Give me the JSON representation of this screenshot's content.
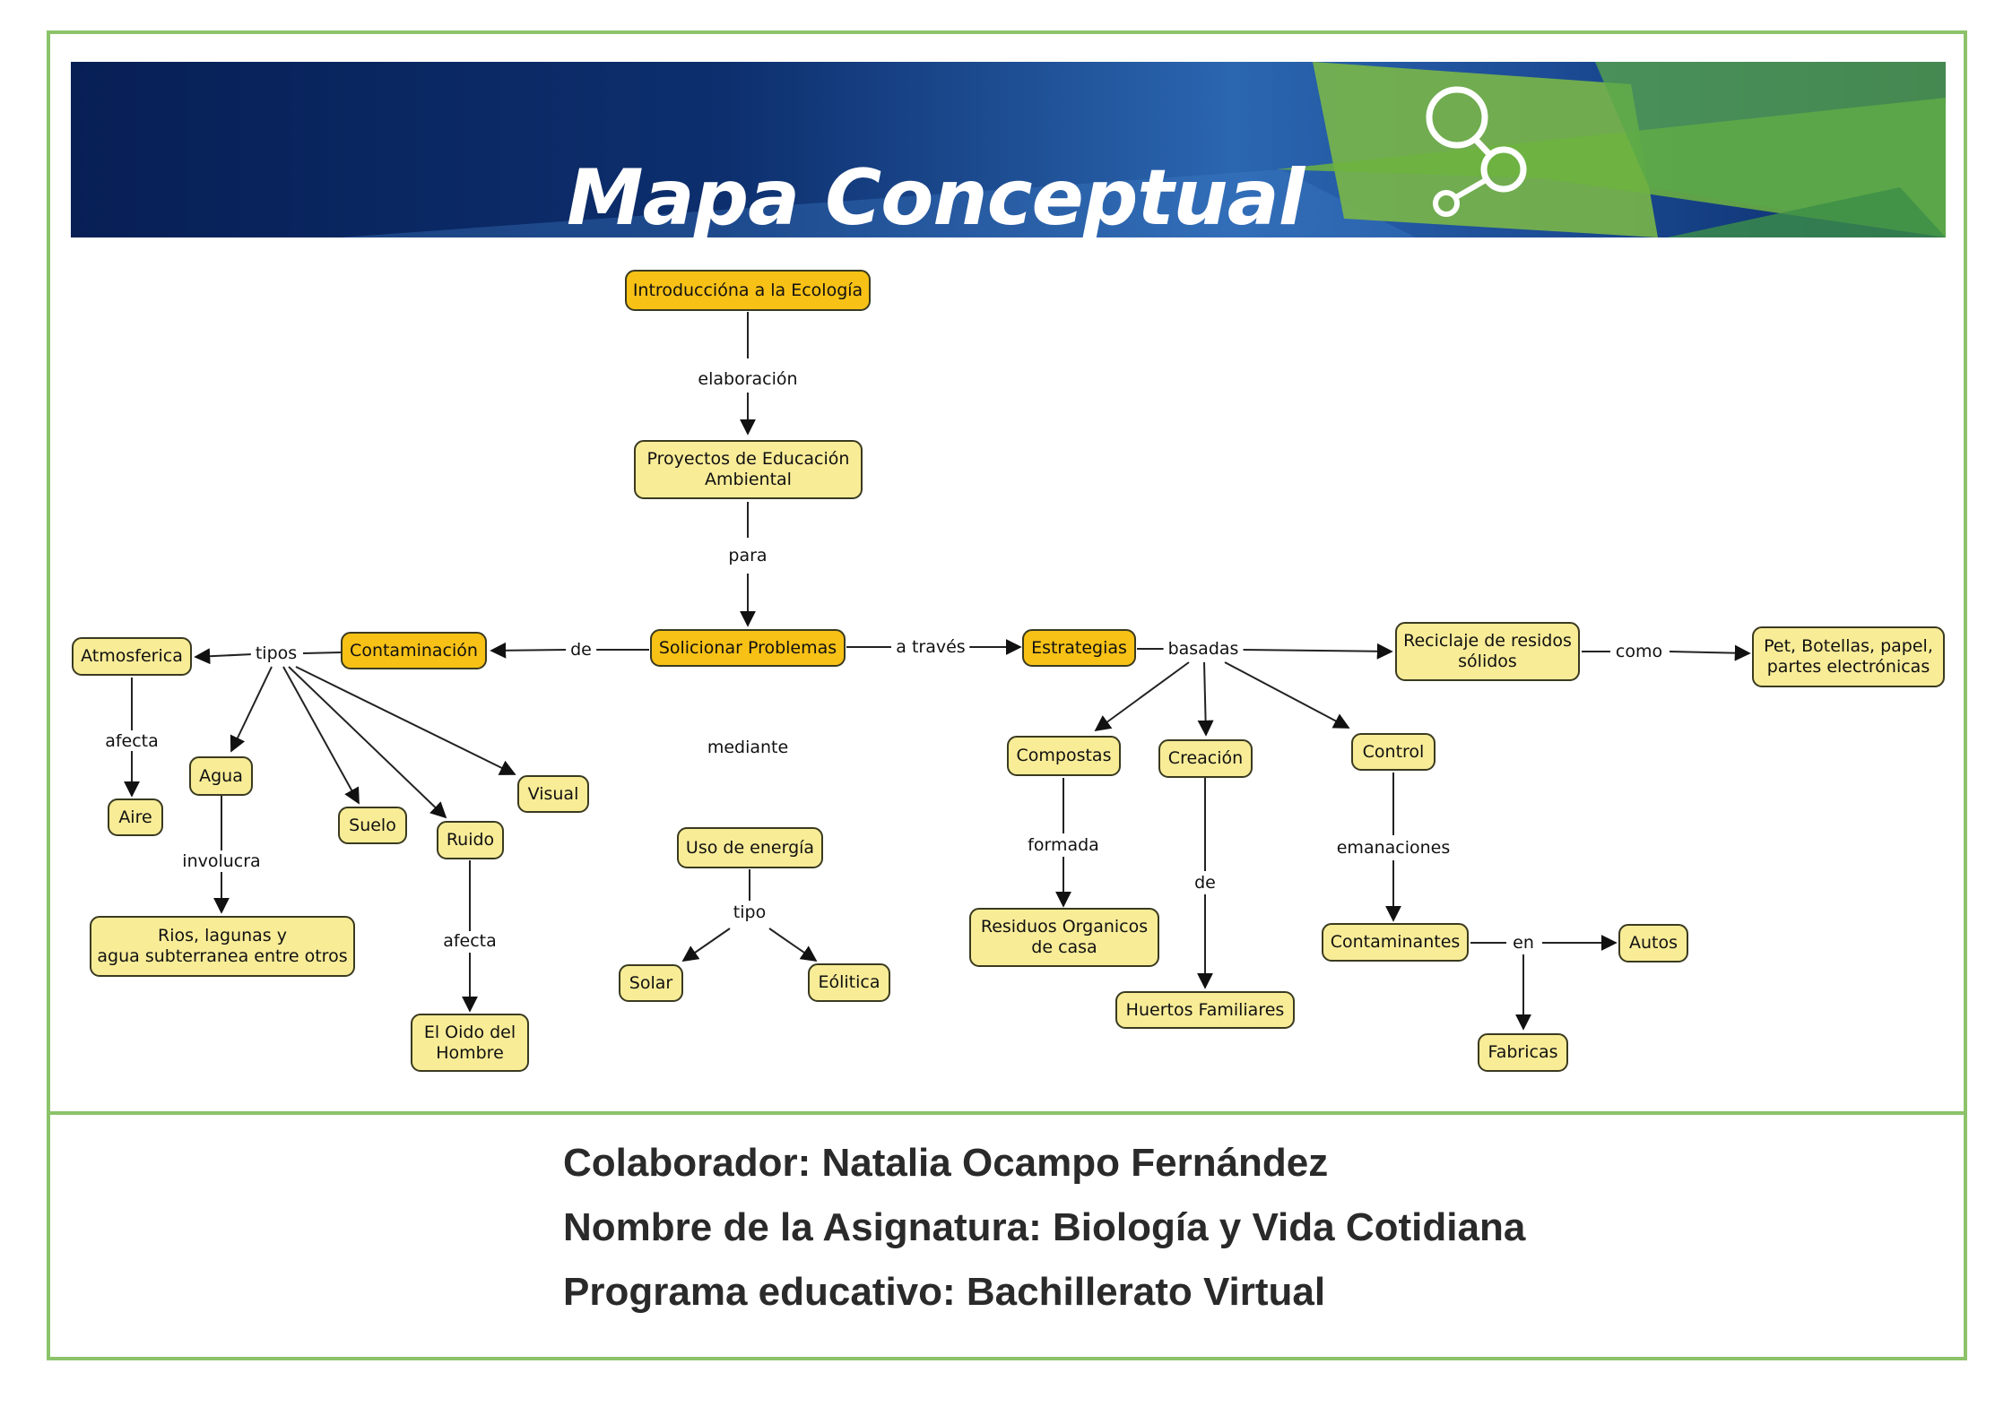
{
  "header": {
    "title": "Mapa Conceptual"
  },
  "nodes": {
    "intro": "Introducciόna a la Ecología",
    "proyectos": "Proyectos de  Educación\nAmbiental",
    "solucionar": "Solicionar Problemas",
    "contaminacion": "Contaminación",
    "estrategias": "Estrategias",
    "atmosferica": "Atmosferica",
    "aire": "Aire",
    "agua": "Agua",
    "suelo": "Suelo",
    "ruido": "Ruido",
    "visual": "Visual",
    "rios": "Rios, lagunas y\nagua subterranea entre otros",
    "oido": "El Oido del\nHombre",
    "energia": "Uso de energía",
    "solar": "Solar",
    "eolica": "Eólitica",
    "compostas": "Compostas",
    "creacion": "Creación",
    "control": "Control",
    "residuos": "Residuos Organicos\nde casa",
    "huertos": "Huertos Familiares",
    "contaminantes": "Contaminantes",
    "autos": "Autos",
    "fabricas": "Fabricas",
    "reciclaje": "Reciclaje de residos\nsólidos",
    "pet": "Pet, Botellas, papel,\npartes electrónicas"
  },
  "links": {
    "elaboracion": "elaboración",
    "para": "para",
    "de1": "de",
    "a_traves": "a través",
    "tipos": "tipos",
    "afecta1": "afecta",
    "involucra": "involucra",
    "afecta2": "afecta",
    "mediante": "mediante",
    "tipo": "tipo",
    "basadas": "basadas",
    "como": "como",
    "formada": "formada",
    "de2": "de",
    "emanaciones": "emanaciones",
    "en": "en"
  },
  "credits": {
    "colaborador": "Colaborador: Natalia Ocampo Fernández",
    "asignatura": "Nombre de la Asignatura: Biología y Vida Cotidiana",
    "programa": "Programa educativo: Bachillerato Virtual"
  },
  "colors": {
    "node_fill": "#f8ec97",
    "node_highlight": "#f7c116",
    "frame": "#8cc36a",
    "banner_blue": "#0b2a66",
    "banner_green": "#6ab43a"
  }
}
